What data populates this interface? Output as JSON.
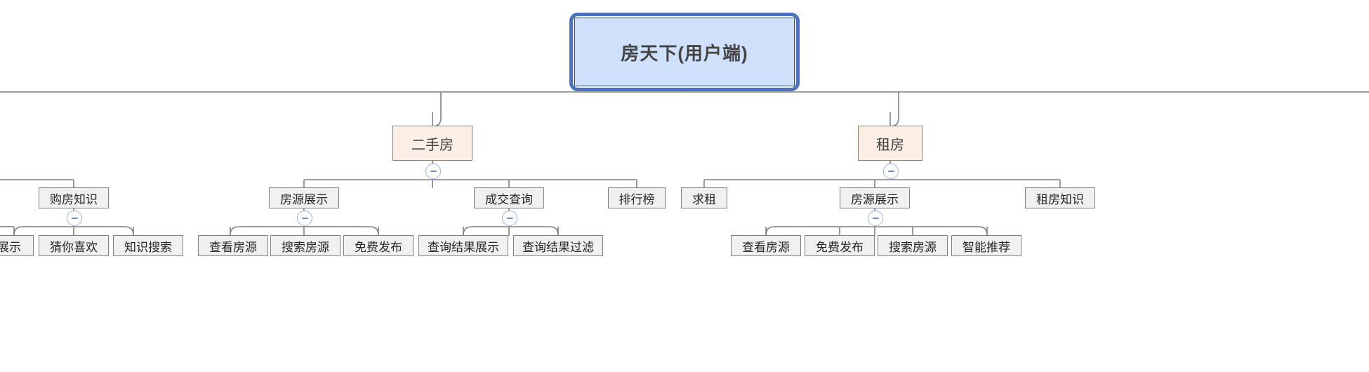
{
  "diagram": {
    "type": "mindmap-tree",
    "title": "房天下(用户端)",
    "colors": {
      "root_fill": "#cfe0fb",
      "root_border": "#2e4a7d",
      "root_selection": "#4a72bf",
      "level2_fill": "#fbeee4",
      "level2_border": "#8a7e73",
      "node_fill": "#f0f0f0",
      "node_border": "#7f7f7f",
      "edge": "#808080",
      "toggle_border": "#9bb4dd",
      "toggle_bar": "#6b8fc9"
    },
    "root": {
      "label": "房天下(用户端)"
    },
    "level2": [
      {
        "id": "ershoufang",
        "label": "二手房",
        "collapse_icon": "minus-icon"
      },
      {
        "id": "zufang",
        "label": "租房",
        "collapse_icon": "minus-icon"
      }
    ],
    "level3": [
      {
        "id": "goufangzhishi",
        "label": "购房知识",
        "collapse_icon": "minus-icon"
      },
      {
        "id": "fangyuanzhanshi-1",
        "label": "房源展示",
        "collapse_icon": "minus-icon"
      },
      {
        "id": "chengjiaochaxun",
        "label": "成交查询",
        "collapse_icon": "minus-icon"
      },
      {
        "id": "paihangbang",
        "label": "排行榜",
        "collapse_icon": null
      },
      {
        "id": "qiuzu",
        "label": "求租",
        "collapse_icon": null
      },
      {
        "id": "fangyuanzhanshi-2",
        "label": "房源展示",
        "collapse_icon": "minus-icon"
      },
      {
        "id": "zufangzhishi",
        "label": "租房知识",
        "collapse_icon": null
      }
    ],
    "leaves": [
      {
        "id": "zhanshi",
        "label": "展示"
      },
      {
        "id": "cainixihuan",
        "label": "猜你喜欢"
      },
      {
        "id": "zhishisousuo",
        "label": "知识搜索"
      },
      {
        "id": "chakanfangyuan-1",
        "label": "查看房源"
      },
      {
        "id": "sousuofangyuan-1",
        "label": "搜索房源"
      },
      {
        "id": "mianfeifabu-1",
        "label": "免费发布"
      },
      {
        "id": "chaxunjieguozhanshi",
        "label": "查询结果展示"
      },
      {
        "id": "chaxunjieguoguolv",
        "label": "查询结果过滤"
      },
      {
        "id": "chakanfangyuan-2",
        "label": "查看房源"
      },
      {
        "id": "mianfeifabu-2",
        "label": "免费发布"
      },
      {
        "id": "sousuofangyuan-2",
        "label": "搜索房源"
      },
      {
        "id": "zhinengtuijian",
        "label": "智能推荐"
      }
    ]
  }
}
